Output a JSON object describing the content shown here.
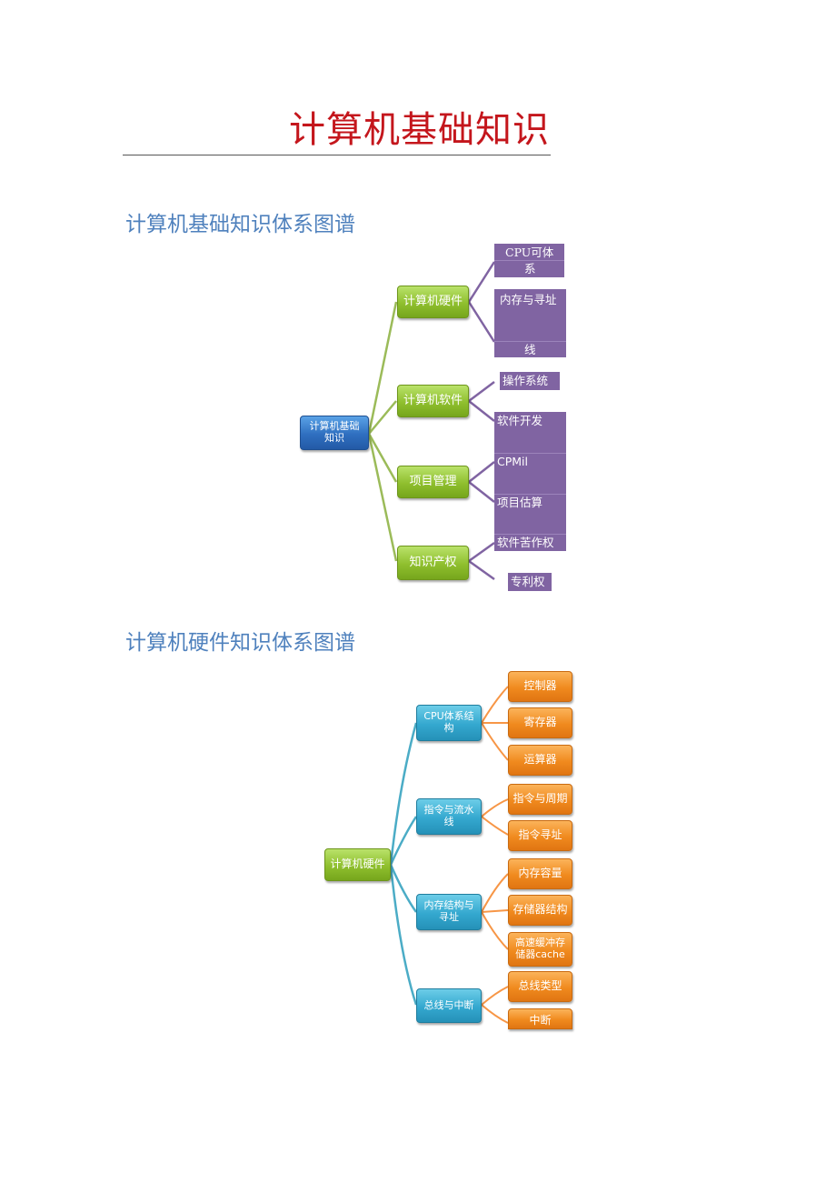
{
  "title": "计算机基础知识",
  "diagram1": {
    "heading": "计算机基础知识体系图谱",
    "root": "计算机基础知识",
    "branches": [
      "计算机硬件",
      "计算机软件",
      "项目管理",
      "知识产权"
    ],
    "leaves": {
      "cpu_1": "CPU可体",
      "cpu_2": "系",
      "memory_1": "内存与寻址",
      "memory_2": "线",
      "os": "操作系统",
      "dev": "软件开发",
      "cpmil": "CPMil",
      "estimate": "项目估算",
      "copyright": "软件苦作权",
      "patent": "专利权"
    },
    "colors": {
      "root": "#2f6fc0",
      "branch": "#8fbf2e",
      "leaf": "#8064a2",
      "connector_branch": "#9bbb59",
      "connector_leaf": "#8064a2"
    }
  },
  "diagram2": {
    "heading": "计算机硬件知识体系图谱",
    "root": "计算机硬件",
    "branches": [
      "CPU体系结构",
      "指令与流水线",
      "内存结构与寻址",
      "总线与中断"
    ],
    "leaves": [
      "控制器",
      "寄存器",
      "运算器",
      "指令与周期",
      "指令寻址",
      "内存容量",
      "存储器结构",
      "高速缓冲存储器cache",
      "总线类型",
      "中断"
    ],
    "colors": {
      "root": "#8fbf2e",
      "branch": "#34a8cf",
      "leaf": "#f08a1e",
      "connector": "#4bacc6"
    }
  }
}
